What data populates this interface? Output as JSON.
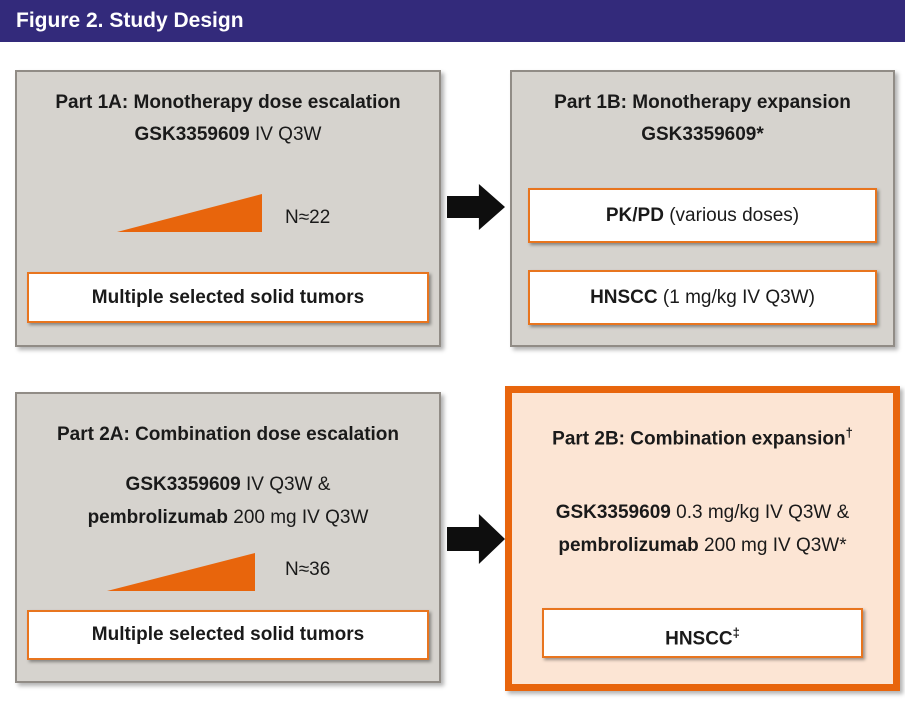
{
  "header": {
    "title": "Figure 2. Study Design"
  },
  "colors": {
    "header_bg": "#332A7B",
    "box_fill": "#D6D3CE",
    "box_border": "#918C86",
    "orange_accent": "#E8650C",
    "expansion_fill": "#FCE5D4",
    "arrow": "#0E0E0E",
    "text": "#1A1A1A"
  },
  "boxes": {
    "part1a": {
      "title": "Part 1A: Monotherapy dose escalation",
      "regimen_bold": "GSK3359609",
      "regimen_rest": " IV Q3W",
      "n_label": "N≈22",
      "population": "Multiple selected solid tumors"
    },
    "part1b": {
      "title": "Part 1B: Monotherapy expansion",
      "regimen_bold": "GSK3359609*",
      "cohort1_bold": "PK/PD",
      "cohort1_rest": " (various doses)",
      "cohort2_bold": "HNSCC",
      "cohort2_rest": " (1 mg/kg IV Q3W)"
    },
    "part2a": {
      "title": "Part 2A: Combination dose escalation",
      "regimen1_bold": "GSK3359609",
      "regimen1_rest": " IV Q3W &",
      "regimen2_bold": "pembrolizumab",
      "regimen2_rest": " 200 mg IV Q3W",
      "n_label": "N≈36",
      "population": "Multiple selected solid tumors"
    },
    "part2b": {
      "title": "Part 2B: Combination expansion",
      "title_sup": "†",
      "regimen1_bold": "GSK3359609",
      "regimen1_rest": " 0.3 mg/kg IV Q3W &",
      "regimen2_bold": "pembrolizumab",
      "regimen2_rest": " 200 mg IV Q3W*",
      "cohort_bold": "HNSCC",
      "cohort_sup": "‡"
    }
  }
}
